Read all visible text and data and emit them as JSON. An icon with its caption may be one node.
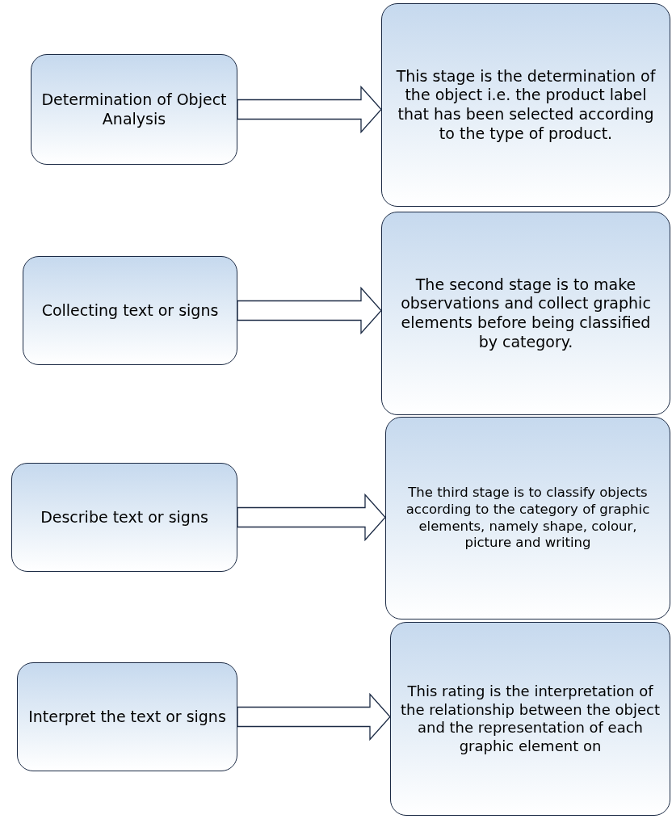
{
  "diagram": {
    "nodes": [
      {
        "text": [
          "Determination of Object Analysis"
        ]
      },
      {
        "text": [
          "This stage is the determination of the object i.e. the product label that has been selected according to the type of product."
        ]
      },
      {
        "text": [
          "Collecting text or signs"
        ]
      },
      {
        "text": [
          "The second stage is to make observations and collect graphic elements before being classified by category."
        ]
      },
      {
        "text": [
          "Describe text or signs"
        ]
      },
      {
        "text": [
          "The third stage is to classify objects according to the category of graphic elements, namely shape, colour, picture and writing"
        ]
      },
      {
        "text": [
          "Interpret the text or signs"
        ]
      },
      {
        "text": [
          "This rating is the interpretation of the relationship between the object and the representation of each graphic element on"
        ]
      }
    ],
    "edges": [
      {
        "from": 0,
        "to": 1,
        "arrow": "to"
      },
      {
        "from": 2,
        "to": 3,
        "arrow": "to"
      },
      {
        "from": 4,
        "to": 5,
        "arrow": "to"
      },
      {
        "from": 6,
        "to": 7,
        "arrow": "to"
      }
    ]
  }
}
